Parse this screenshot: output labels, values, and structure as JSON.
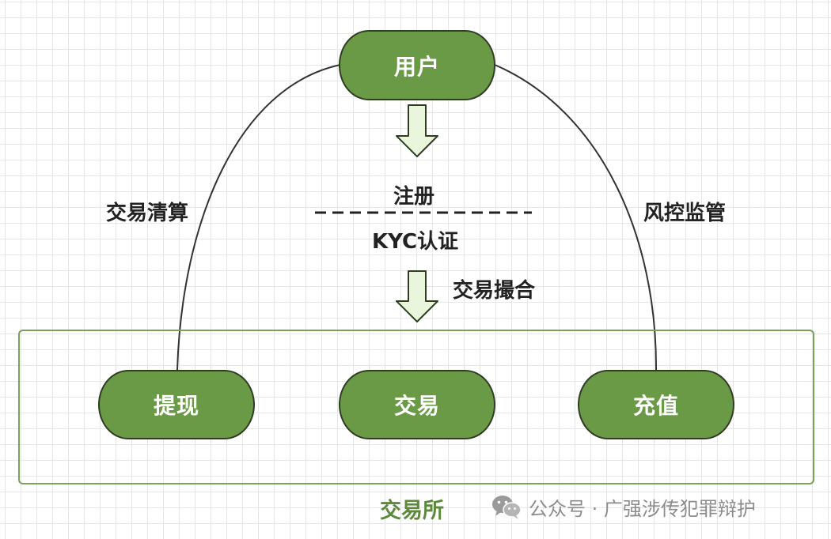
{
  "nodes": {
    "user": "用户",
    "withdraw": "提现",
    "trade": "交易",
    "deposit": "充值"
  },
  "labels": {
    "clearing": "交易清算",
    "risk_control": "风控监管",
    "register": "注册",
    "kyc": "KYC认证",
    "matching": "交易撮合"
  },
  "container": {
    "title": "交易所"
  },
  "watermark": {
    "icon": "wechat-icon",
    "text": "公众号 · 广强涉传犯罪辩护"
  },
  "colors": {
    "node_fill": "#6a9a45",
    "node_border": "#2f3d24",
    "arrow_fill": "#eaf6dc",
    "container_border": "#7aa35a",
    "container_label": "#5d8a3a"
  }
}
